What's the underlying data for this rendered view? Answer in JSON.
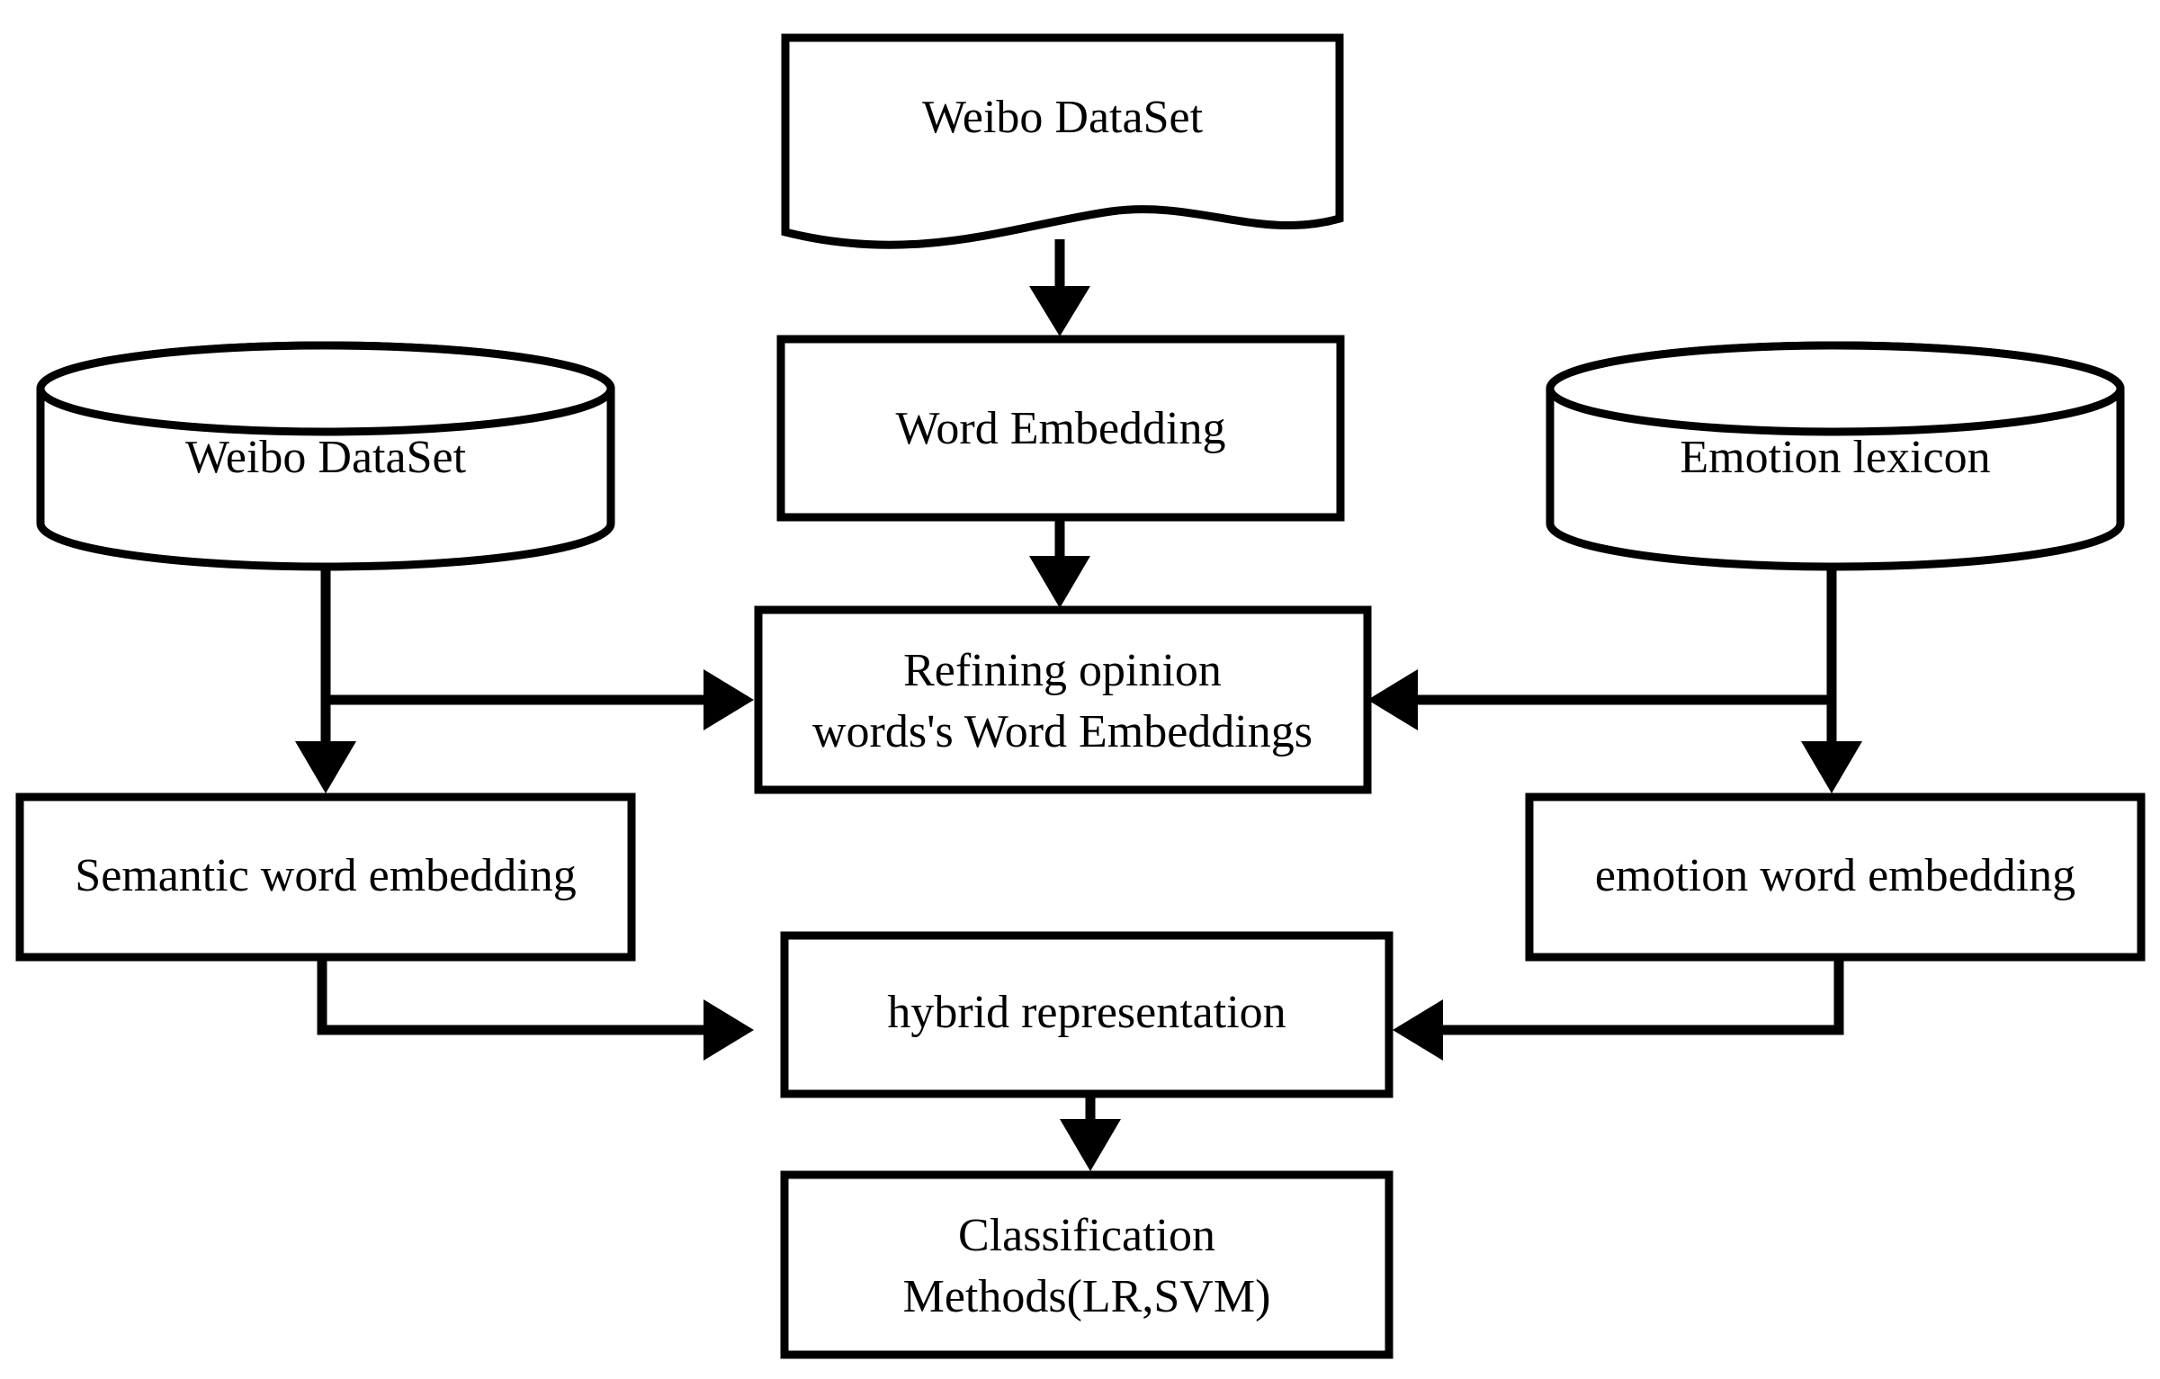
{
  "diagram": {
    "title": "Hybrid word embedding sentiment classification pipeline",
    "background_color": "#ffffff",
    "line_color": "#000000",
    "fill_color": "#ffffff",
    "nodes": {
      "weibo_document": {
        "label": "Weibo DataSet",
        "shape": "document"
      },
      "word_embedding": {
        "label": "Word Embedding",
        "shape": "rectangle"
      },
      "weibo_cylinder": {
        "label": "Weibo DataSet",
        "shape": "cylinder"
      },
      "emotion_lexicon": {
        "label": "Emotion lexicon",
        "shape": "cylinder"
      },
      "refining": {
        "label_line1": "Refining opinion",
        "label_line2": "words's Word Embeddings",
        "shape": "rectangle"
      },
      "semantic_word_embedding": {
        "label": "Semantic word embedding",
        "shape": "rectangle"
      },
      "emotion_word_embedding": {
        "label": "emotion word embedding",
        "shape": "rectangle"
      },
      "hybrid_representation": {
        "label": "hybrid representation",
        "shape": "rectangle"
      },
      "classification": {
        "label_line1": "Classification",
        "label_line2": "Methods(LR,SVM)",
        "shape": "rectangle"
      }
    },
    "edges": [
      {
        "from": "weibo_document",
        "to": "word_embedding",
        "direction": "down"
      },
      {
        "from": "word_embedding",
        "to": "refining",
        "direction": "down"
      },
      {
        "from": "weibo_cylinder",
        "to": "refining",
        "direction": "right"
      },
      {
        "from": "weibo_cylinder",
        "to": "semantic_word_embedding",
        "direction": "down"
      },
      {
        "from": "emotion_lexicon",
        "to": "refining",
        "direction": "left"
      },
      {
        "from": "emotion_lexicon",
        "to": "emotion_word_embedding",
        "direction": "down"
      },
      {
        "from": "semantic_word_embedding",
        "to": "hybrid_representation",
        "direction": "right"
      },
      {
        "from": "emotion_word_embedding",
        "to": "hybrid_representation",
        "direction": "left"
      },
      {
        "from": "hybrid_representation",
        "to": "classification",
        "direction": "down"
      }
    ]
  }
}
